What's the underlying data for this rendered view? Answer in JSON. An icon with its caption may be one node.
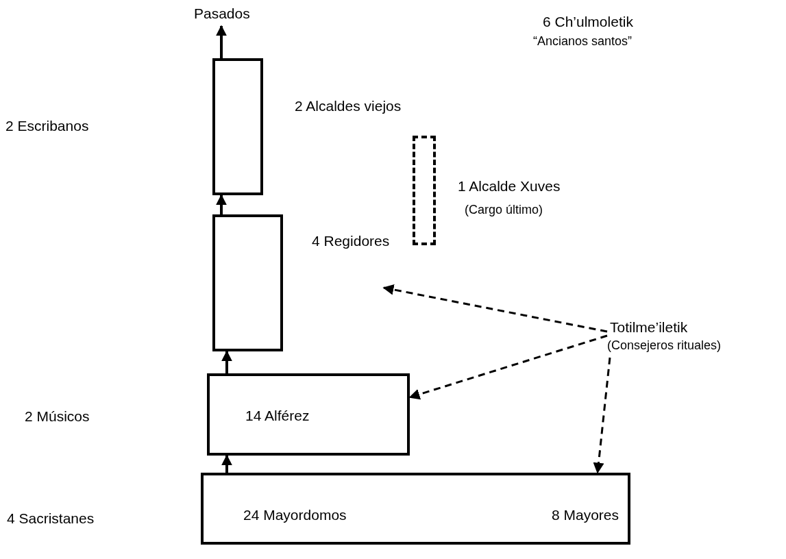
{
  "diagram": {
    "nodes": [
      {
        "text": [
          "Pasados"
        ]
      },
      {
        "text": [
          "6 Ch’ulmoletik",
          "“Ancianos santos”"
        ]
      },
      {
        "text": [
          "2 Alcaldes viejos"
        ]
      },
      {
        "text": [
          "1 Alcalde Xuves",
          "(Cargo último)"
        ]
      },
      {
        "text": [
          "4 Regidores"
        ]
      },
      {
        "text": [
          "Totilme’iletik",
          "(Consejeros rituales)"
        ]
      },
      {
        "text": [
          "14 Alférez"
        ]
      },
      {
        "text": [
          "24 Mayordomos",
          "8 Mayores"
        ]
      }
    ],
    "edges": [
      {
        "from": 2,
        "to": 0,
        "arrow": "to"
      },
      {
        "from": 4,
        "to": 2,
        "arrow": "to"
      },
      {
        "from": 6,
        "to": 4,
        "arrow": "to"
      },
      {
        "from": 7,
        "to": 6,
        "arrow": "to"
      },
      {
        "from": 5,
        "to": 4,
        "arrow": "to",
        "style": "dashed"
      },
      {
        "from": 5,
        "to": 6,
        "arrow": "to",
        "style": "dashed"
      },
      {
        "from": 5,
        "to": 7,
        "arrow": "to",
        "style": "dashed"
      }
    ],
    "labels": [
      "2 Escribanos",
      "2 Músicos",
      "4 Sacristanes"
    ]
  }
}
